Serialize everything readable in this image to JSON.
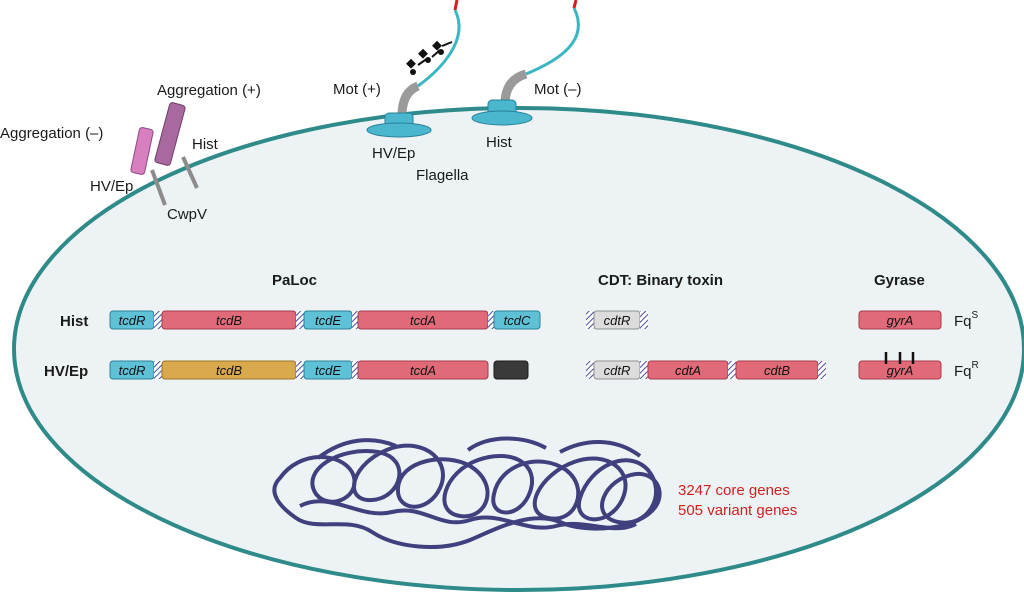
{
  "colors": {
    "cell_fill": "#edf3f4",
    "cell_stroke": "#2f8a8a",
    "gene_red": "#e06a78",
    "gene_blue": "#5fc1d6",
    "gene_gold": "#d9a94e",
    "gene_grey": "#dcdcdc",
    "gene_dark": "#3a3a3a",
    "dna": "#41407e",
    "flagellum": "#3bb7c4",
    "flagellum_tip": "#d11e1e",
    "motor": "#4ab7cf",
    "cwpv_light": "#d87fc0",
    "cwpv_dark": "#a8699f",
    "highlight_text": "#d42020"
  },
  "surface": {
    "aggregation_minus": "Aggregation (–)",
    "aggregation_plus": "Aggregation (+)",
    "hv_ep_cwpv": "HV/Ep",
    "hist_cwpv": "Hist",
    "cwpv": "CwpV",
    "mot_plus": "Mot (+)",
    "mot_minus": "Mot (–)",
    "hv_ep_motor": "HV/Ep",
    "hist_motor": "Hist",
    "flagella": "Flagella"
  },
  "sections": {
    "paloc": "PaLoc",
    "cdt": "CDT: Binary toxin",
    "gyrase": "Gyrase"
  },
  "rows": {
    "hist": "Hist",
    "hvep": "HV/Ep"
  },
  "genes": {
    "hist_paloc": [
      "tcdR",
      "tcdB",
      "tcdE",
      "tcdA",
      "tcdC"
    ],
    "hvep_paloc": [
      "tcdR",
      "tcdB",
      "tcdE",
      "tcdA"
    ],
    "hist_cdt": [
      "cdtR"
    ],
    "hvep_cdt": [
      "cdtR",
      "cdtA",
      "cdtB"
    ],
    "hist_gyr": "gyrA",
    "hvep_gyr": "gyrA"
  },
  "phenotype": {
    "fq_s_base": "Fq",
    "fq_s_sup": "S",
    "fq_r_base": "Fq",
    "fq_r_sup": "R"
  },
  "genome": {
    "core": "3247 core genes",
    "variant": "505 variant genes"
  }
}
